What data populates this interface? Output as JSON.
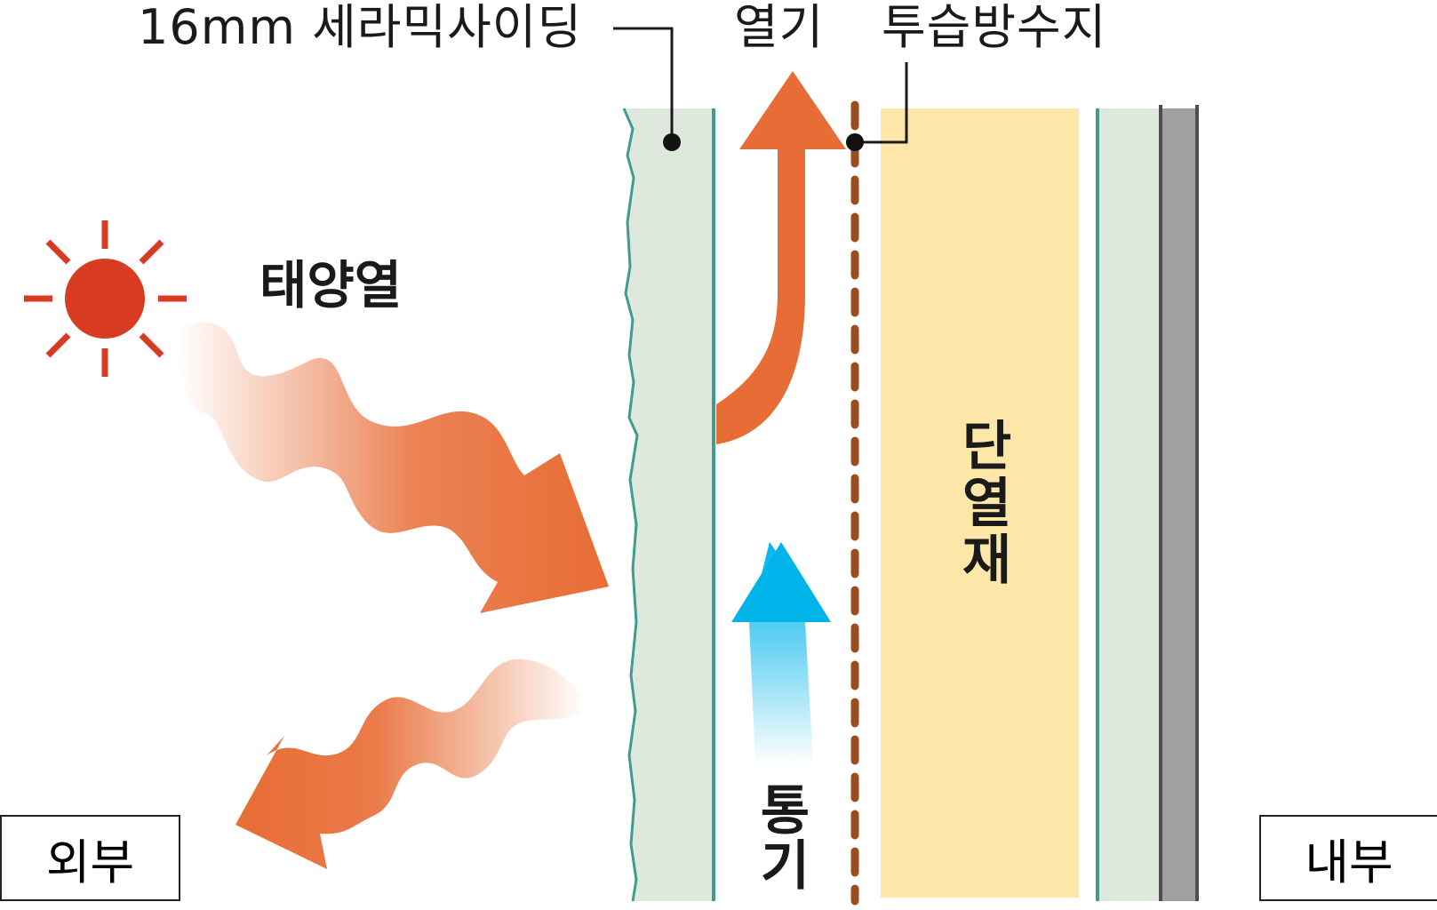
{
  "labels": {
    "siding": "16mm 세라믹사이딩",
    "heat": "열기",
    "membrane": "투습방수지",
    "solar": "태양열",
    "insulation": "단열재",
    "ventilation": "통기",
    "outside": "외부",
    "inside": "내부"
  },
  "colors": {
    "sun": "#d93a22",
    "heat_arrow": "#e86c35",
    "air_arrow": "#00b4ea",
    "siding_fill": "#dfe8dd",
    "siding_edge": "#3f9c8e",
    "membrane": "#9a4e1f",
    "insulation": "#fde7a8",
    "inner_board": "#dfe8dd",
    "wall_gray": "#a0a0a0"
  }
}
